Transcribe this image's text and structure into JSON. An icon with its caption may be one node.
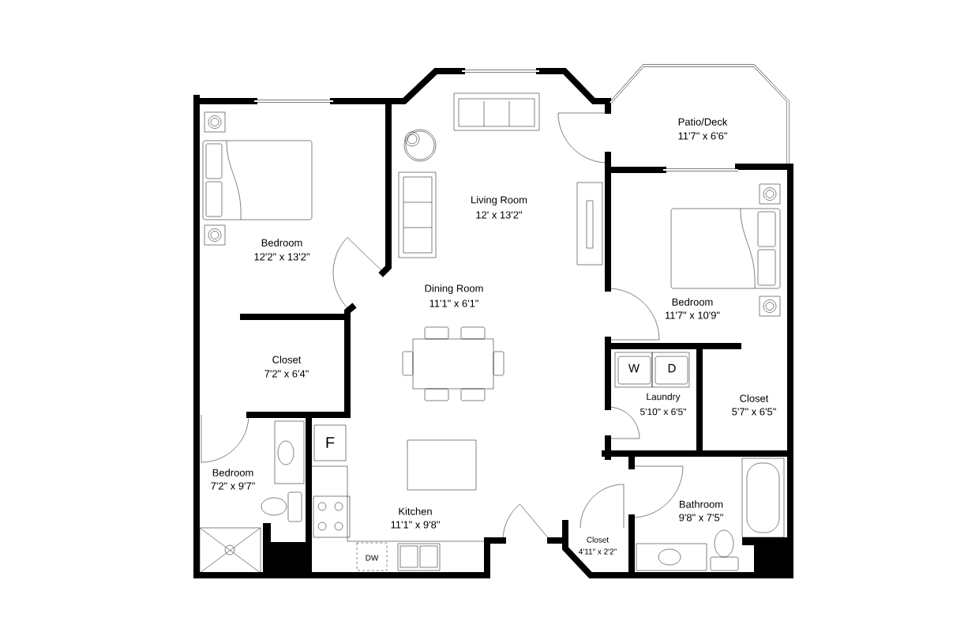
{
  "diagram": {
    "labels": [
      "Patio/Deck",
      "11'7\" x 6'6\"",
      "Living Room",
      "12' x 13'2\"",
      "Bedroom",
      "12'2\" x 13'2\"",
      "Dining Room",
      "11'1\" x 6'1\"",
      "Bedroom",
      "11'7\" x 10'9\"",
      "Closet",
      "7'2\" x 6'4\"",
      "W",
      "D",
      "Closet",
      "5'7\" x 6'5\"",
      "Laundry",
      "5'10\" x 6'5\"",
      "F",
      "Bedroom",
      "7'2\" x 9'7\"",
      "Bathroom",
      "9'8\" x 7'5\"",
      "Kitchen",
      "11'1\" x 9'8\"",
      "Closet",
      "4'11\" x 2'2\"",
      "DW"
    ]
  }
}
